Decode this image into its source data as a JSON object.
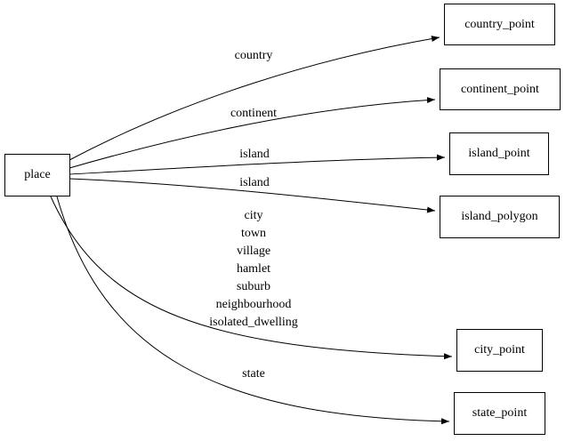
{
  "diagram": {
    "background_color": "#ffffff",
    "stroke_color": "#000000",
    "nodes": [
      {
        "id": "place",
        "label": "place"
      },
      {
        "id": "country_point",
        "label": "country_point"
      },
      {
        "id": "continent_point",
        "label": "continent_point"
      },
      {
        "id": "island_point",
        "label": "island_point"
      },
      {
        "id": "island_polygon",
        "label": "island_polygon"
      },
      {
        "id": "city_point",
        "label": "city_point"
      },
      {
        "id": "state_point",
        "label": "state_point"
      }
    ],
    "edges": [
      {
        "from": "place",
        "to": "country_point",
        "label": "country"
      },
      {
        "from": "place",
        "to": "continent_point",
        "label": "continent"
      },
      {
        "from": "place",
        "to": "island_point",
        "label": "island"
      },
      {
        "from": "place",
        "to": "island_polygon",
        "label": "island"
      },
      {
        "from": "place",
        "to": "city_point",
        "label": "city\ntown\nvillage\nhamlet\nsuburb\nneighbourhood\nisolated_dwelling"
      },
      {
        "from": "place",
        "to": "state_point",
        "label": "state"
      }
    ]
  }
}
